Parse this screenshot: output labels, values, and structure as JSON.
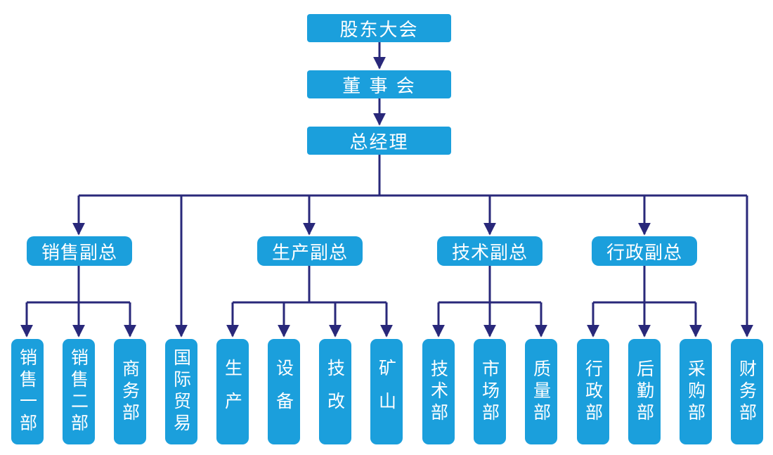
{
  "top": {
    "shareholders": "股东大会",
    "board": "董 事 会",
    "gm": "总经理"
  },
  "vps": {
    "sales": "销售副总",
    "production": "生产副总",
    "technology": "技术副总",
    "admin": "行政副总"
  },
  "depts": {
    "sales1": "销售一部",
    "sales2": "销售二部",
    "business": "商务部",
    "intl_trade": "国际贸易",
    "production": "生产",
    "equipment": "设备",
    "tech_reform": "技改",
    "mine": "矿山",
    "tech": "技术部",
    "market": "市场部",
    "quality": "质量部",
    "admin": "行政部",
    "logistics": "后勤部",
    "purchase": "采购部",
    "finance": "财务部"
  },
  "colors": {
    "box": "#1b9fdc",
    "line": "#29287a",
    "text": "#ffffff"
  }
}
